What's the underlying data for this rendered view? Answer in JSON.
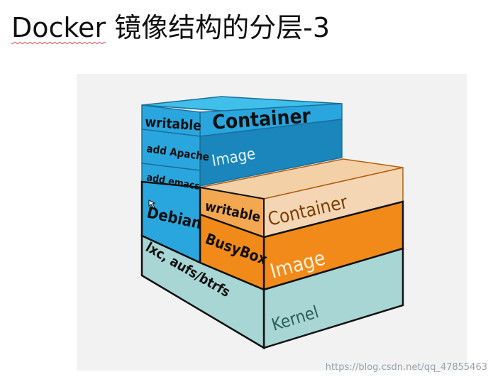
{
  "title": {
    "brand": "Docker",
    "rest": " 镜像结构的分层-3"
  },
  "layers": {
    "left_writable": "writable",
    "left_container": "Container",
    "add_apache": "add Apache",
    "left_image": "Image",
    "add_emacs": "add emacs",
    "debian": "Debian",
    "right_writable": "writable",
    "right_container": "Container",
    "busybox": "BusyBox",
    "right_image": "Image",
    "lxc": "lxc, aufs/btrfs",
    "kernel": "Kernel"
  },
  "watermark": "https://blog.csdn.net/qq_47855463",
  "colors": {
    "blue": "#2aa6de",
    "blue_dark": "#1a86bb",
    "orange": "#f28a1a",
    "teal": "#a8d6d4",
    "outline": "#111111"
  }
}
